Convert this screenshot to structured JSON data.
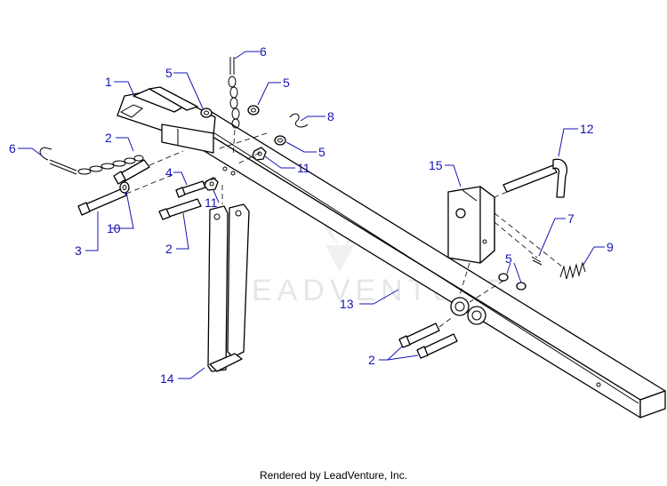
{
  "watermark": "LEADVENTURE",
  "footer": "Rendered by LeadVenture, Inc.",
  "callouts": {
    "c1": "1",
    "c2a": "2",
    "c2b": "2",
    "c2c": "2",
    "c3": "3",
    "c4": "4",
    "c5a": "5",
    "c5b": "5",
    "c5c": "5",
    "c5d": "5",
    "c6a": "6",
    "c6b": "6",
    "c7": "7",
    "c8": "8",
    "c9": "9",
    "c10": "10",
    "c11a": "11",
    "c11b": "11",
    "c12": "12",
    "c13": "13",
    "c14": "14",
    "c15": "15"
  },
  "colors": {
    "callout": "#1414b4",
    "line": "#000000",
    "watermark": "#e6e6e6"
  }
}
